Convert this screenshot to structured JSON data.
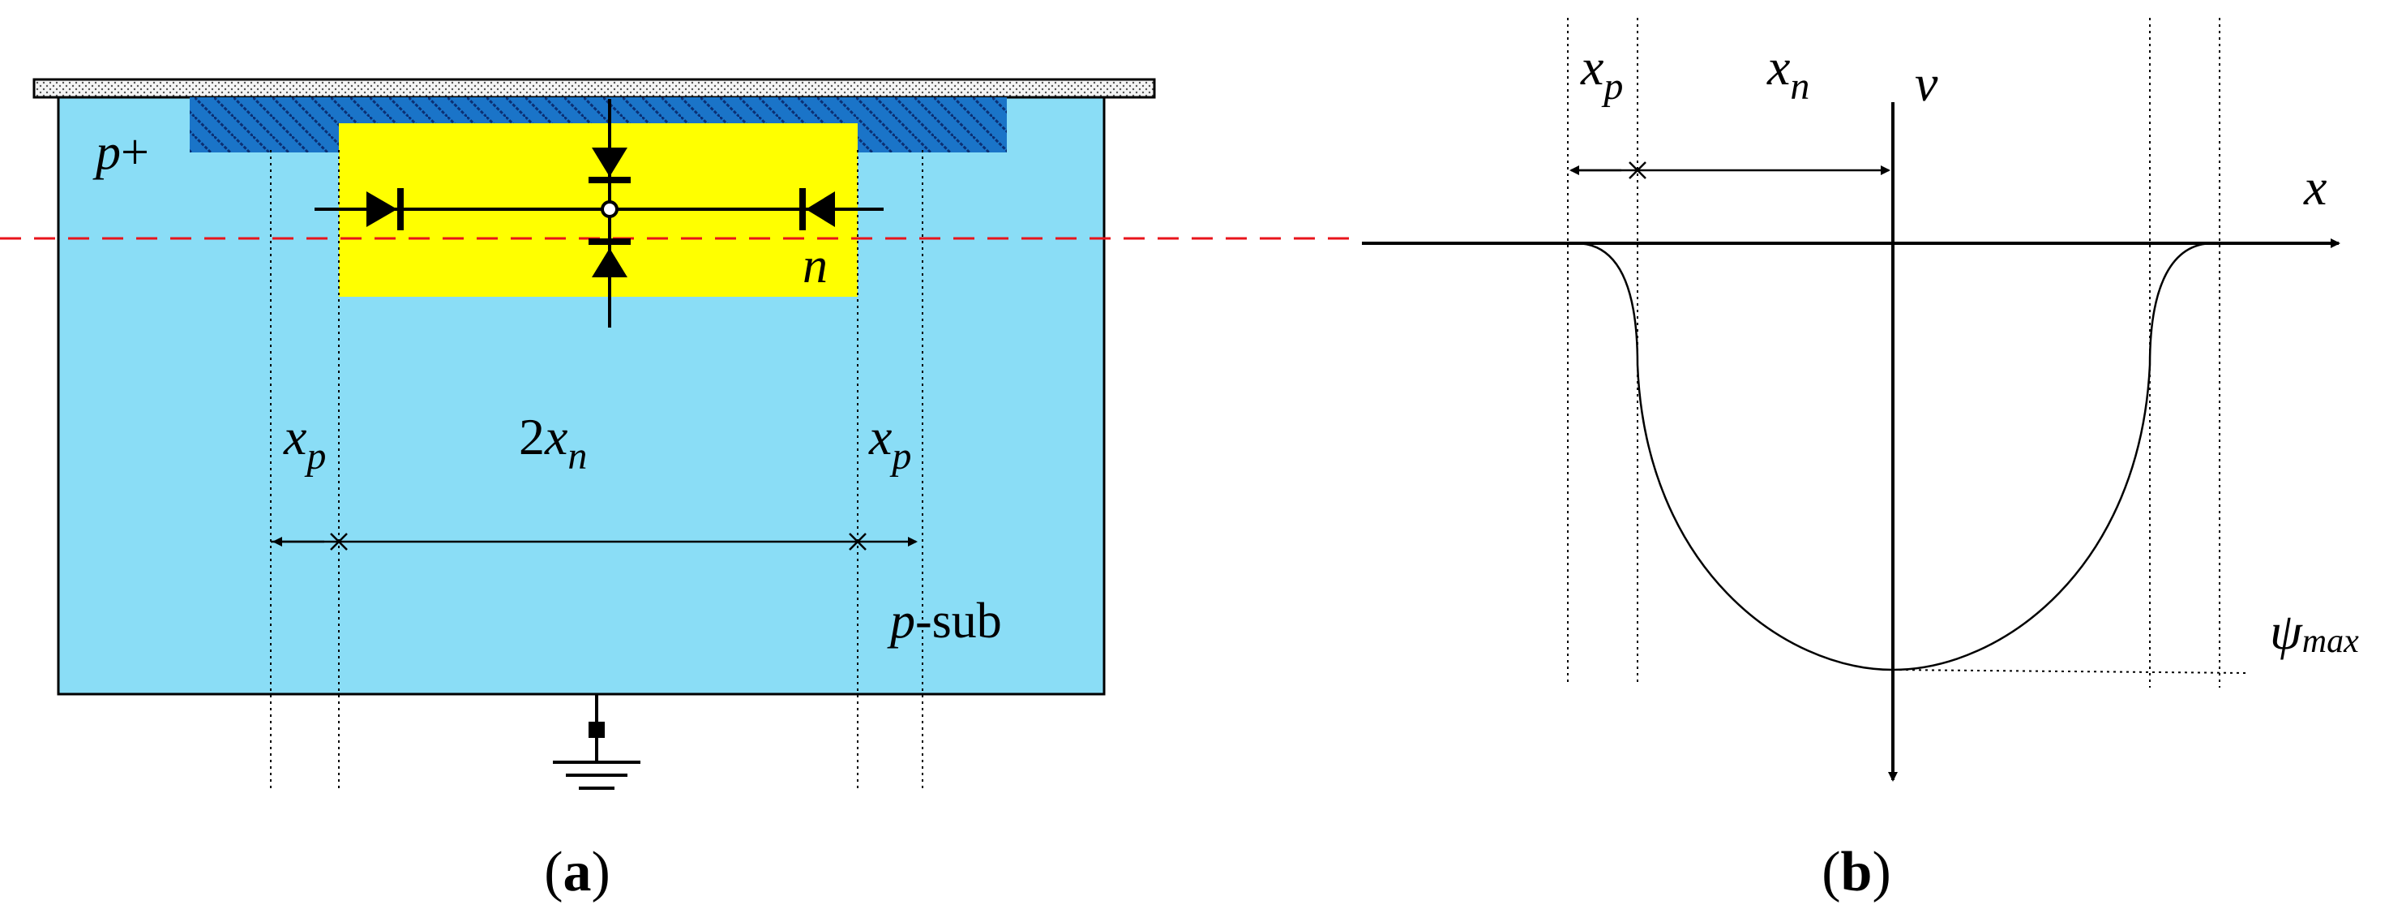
{
  "panel_a": {
    "caption_open": "(",
    "caption_letter": "a",
    "caption_close": ")",
    "label_p_plus": "p",
    "label_plus": "+",
    "label_n": "n",
    "label_xp_left_x": "x",
    "label_xp_left_sub": "p",
    "label_2xn_coef": "2",
    "label_2xn_x": "x",
    "label_2xn_sub": "n",
    "label_xp_right_x": "x",
    "label_xp_right_sub": "p",
    "label_psub_p": "p",
    "label_psub_rest": "-sub",
    "colors": {
      "substrate": "#8ADDF6",
      "p_plus": "#1A74C8",
      "n_region": "#FFFF00",
      "cross_section_line": "#E8141B",
      "gate": "#F2F2F2"
    }
  },
  "panel_b": {
    "caption_open": "(",
    "caption_letter": "b",
    "caption_close": ")",
    "label_xp_x": "x",
    "label_xp_sub": "p",
    "label_xn_x": "x",
    "label_xn_sub": "n",
    "label_v": "v",
    "label_x": "x",
    "label_psi": "ψ",
    "label_psi_sub": "max"
  }
}
